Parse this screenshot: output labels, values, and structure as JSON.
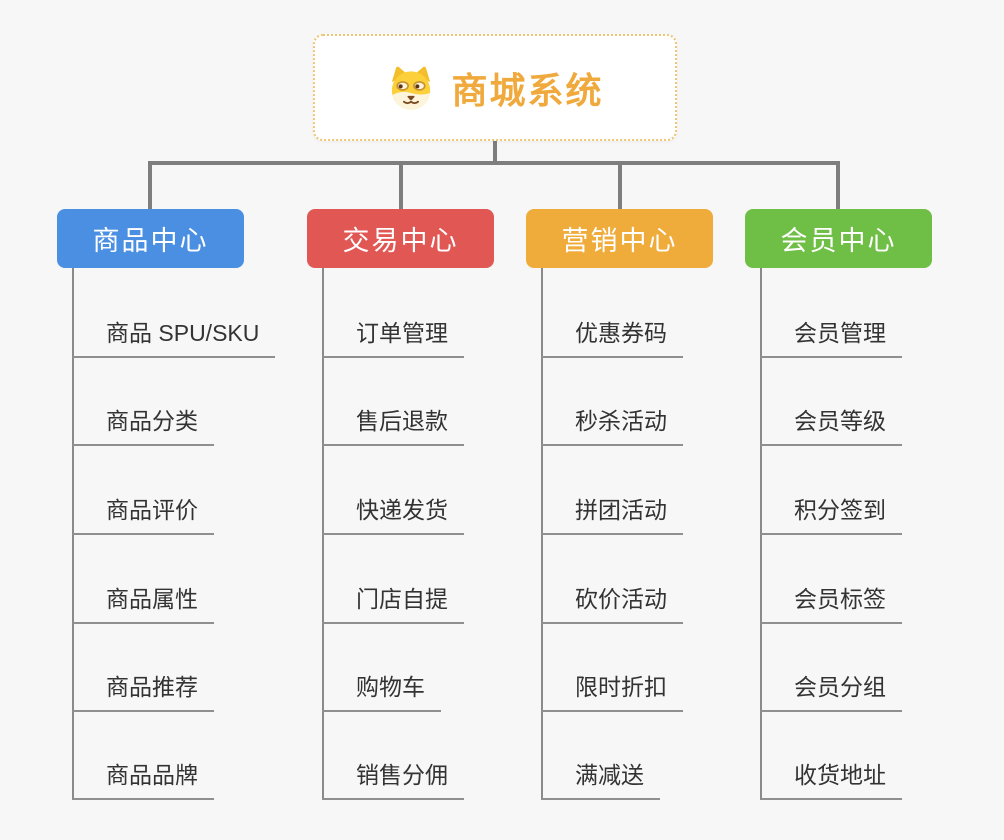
{
  "root": {
    "label": "商城系统",
    "icon": "doge-icon"
  },
  "branches": [
    {
      "label": "商品中心",
      "color": "#4b8fe2",
      "children": [
        "商品 SPU/SKU",
        "商品分类",
        "商品评价",
        "商品属性",
        "商品推荐",
        "商品品牌"
      ]
    },
    {
      "label": "交易中心",
      "color": "#e15754",
      "children": [
        "订单管理",
        "售后退款",
        "快递发货",
        "门店自提",
        "购物车",
        "销售分佣"
      ]
    },
    {
      "label": "营销中心",
      "color": "#efac3b",
      "children": [
        "优惠券码",
        "秒杀活动",
        "拼团活动",
        "砍价活动",
        "限时折扣",
        "满减送"
      ]
    },
    {
      "label": "会员中心",
      "color": "#6fbe45",
      "children": [
        "会员管理",
        "会员等级",
        "积分签到",
        "会员标签",
        "会员分组",
        "收货地址"
      ]
    }
  ],
  "colors": {
    "background": "#f7f7f7",
    "root_accent": "#f0a93c",
    "root_border": "#f0c571",
    "connector": "#7e7e7e",
    "child_line": "#8f8f8f",
    "child_text": "#333333"
  }
}
